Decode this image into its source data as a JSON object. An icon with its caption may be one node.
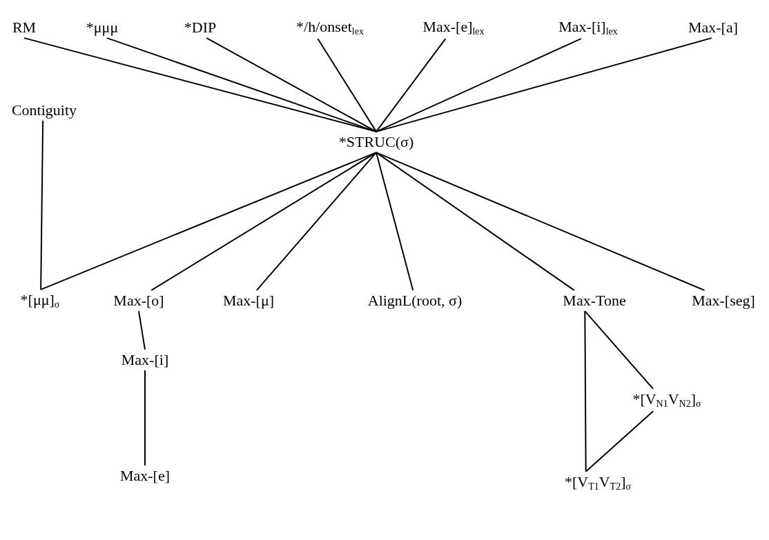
{
  "diagram": {
    "nodes": [
      {
        "text": [
          "RM"
        ]
      },
      {
        "text": [
          "*μμμ"
        ]
      },
      {
        "text": [
          "*DIP"
        ]
      },
      {
        "text": [
          "*/h/onset$_{lex}$"
        ]
      },
      {
        "text": [
          "Max-[e]$_{lex}$"
        ]
      },
      {
        "text": [
          "Max-[i]$_{lex}$"
        ]
      },
      {
        "text": [
          "Max-[a]"
        ]
      },
      {
        "text": [
          "Contiguity"
        ]
      },
      {
        "text": [
          "*STRUC(σ)"
        ]
      },
      {
        "text": [
          "*[μμ]$_{σ}$"
        ]
      },
      {
        "text": [
          "Max-[o]"
        ]
      },
      {
        "text": [
          "Max-[μ]"
        ]
      },
      {
        "text": [
          "AlignL(root, σ)"
        ]
      },
      {
        "text": [
          "Max-Tone"
        ]
      },
      {
        "text": [
          "Max-[seg]"
        ]
      },
      {
        "text": [
          "Max-[i]"
        ]
      },
      {
        "text": [
          "*[V$_{N1}$V$_{N2}$]$_{σ}$"
        ]
      },
      {
        "text": [
          "Max-[e]"
        ]
      },
      {
        "text": [
          "*[V$_{T1}$V$_{T2}$]$_{σ}$"
        ]
      }
    ],
    "edges": [
      {
        "from": 0,
        "to": 8,
        "arrow": "none"
      },
      {
        "from": 1,
        "to": 8,
        "arrow": "none"
      },
      {
        "from": 2,
        "to": 8,
        "arrow": "none"
      },
      {
        "from": 3,
        "to": 8,
        "arrow": "none"
      },
      {
        "from": 4,
        "to": 8,
        "arrow": "none"
      },
      {
        "from": 5,
        "to": 8,
        "arrow": "none"
      },
      {
        "from": 6,
        "to": 8,
        "arrow": "none"
      },
      {
        "from": 7,
        "to": 9,
        "arrow": "none"
      },
      {
        "from": 8,
        "to": 9,
        "arrow": "none"
      },
      {
        "from": 8,
        "to": 10,
        "arrow": "none"
      },
      {
        "from": 8,
        "to": 11,
        "arrow": "none"
      },
      {
        "from": 8,
        "to": 12,
        "arrow": "none"
      },
      {
        "from": 8,
        "to": 13,
        "arrow": "none"
      },
      {
        "from": 8,
        "to": 14,
        "arrow": "none"
      },
      {
        "from": 10,
        "to": 15,
        "arrow": "none"
      },
      {
        "from": 15,
        "to": 17,
        "arrow": "none"
      },
      {
        "from": 13,
        "to": 16,
        "arrow": "none"
      },
      {
        "from": 13,
        "to": 18,
        "arrow": "none"
      },
      {
        "from": 16,
        "to": 18,
        "arrow": "none"
      }
    ]
  }
}
